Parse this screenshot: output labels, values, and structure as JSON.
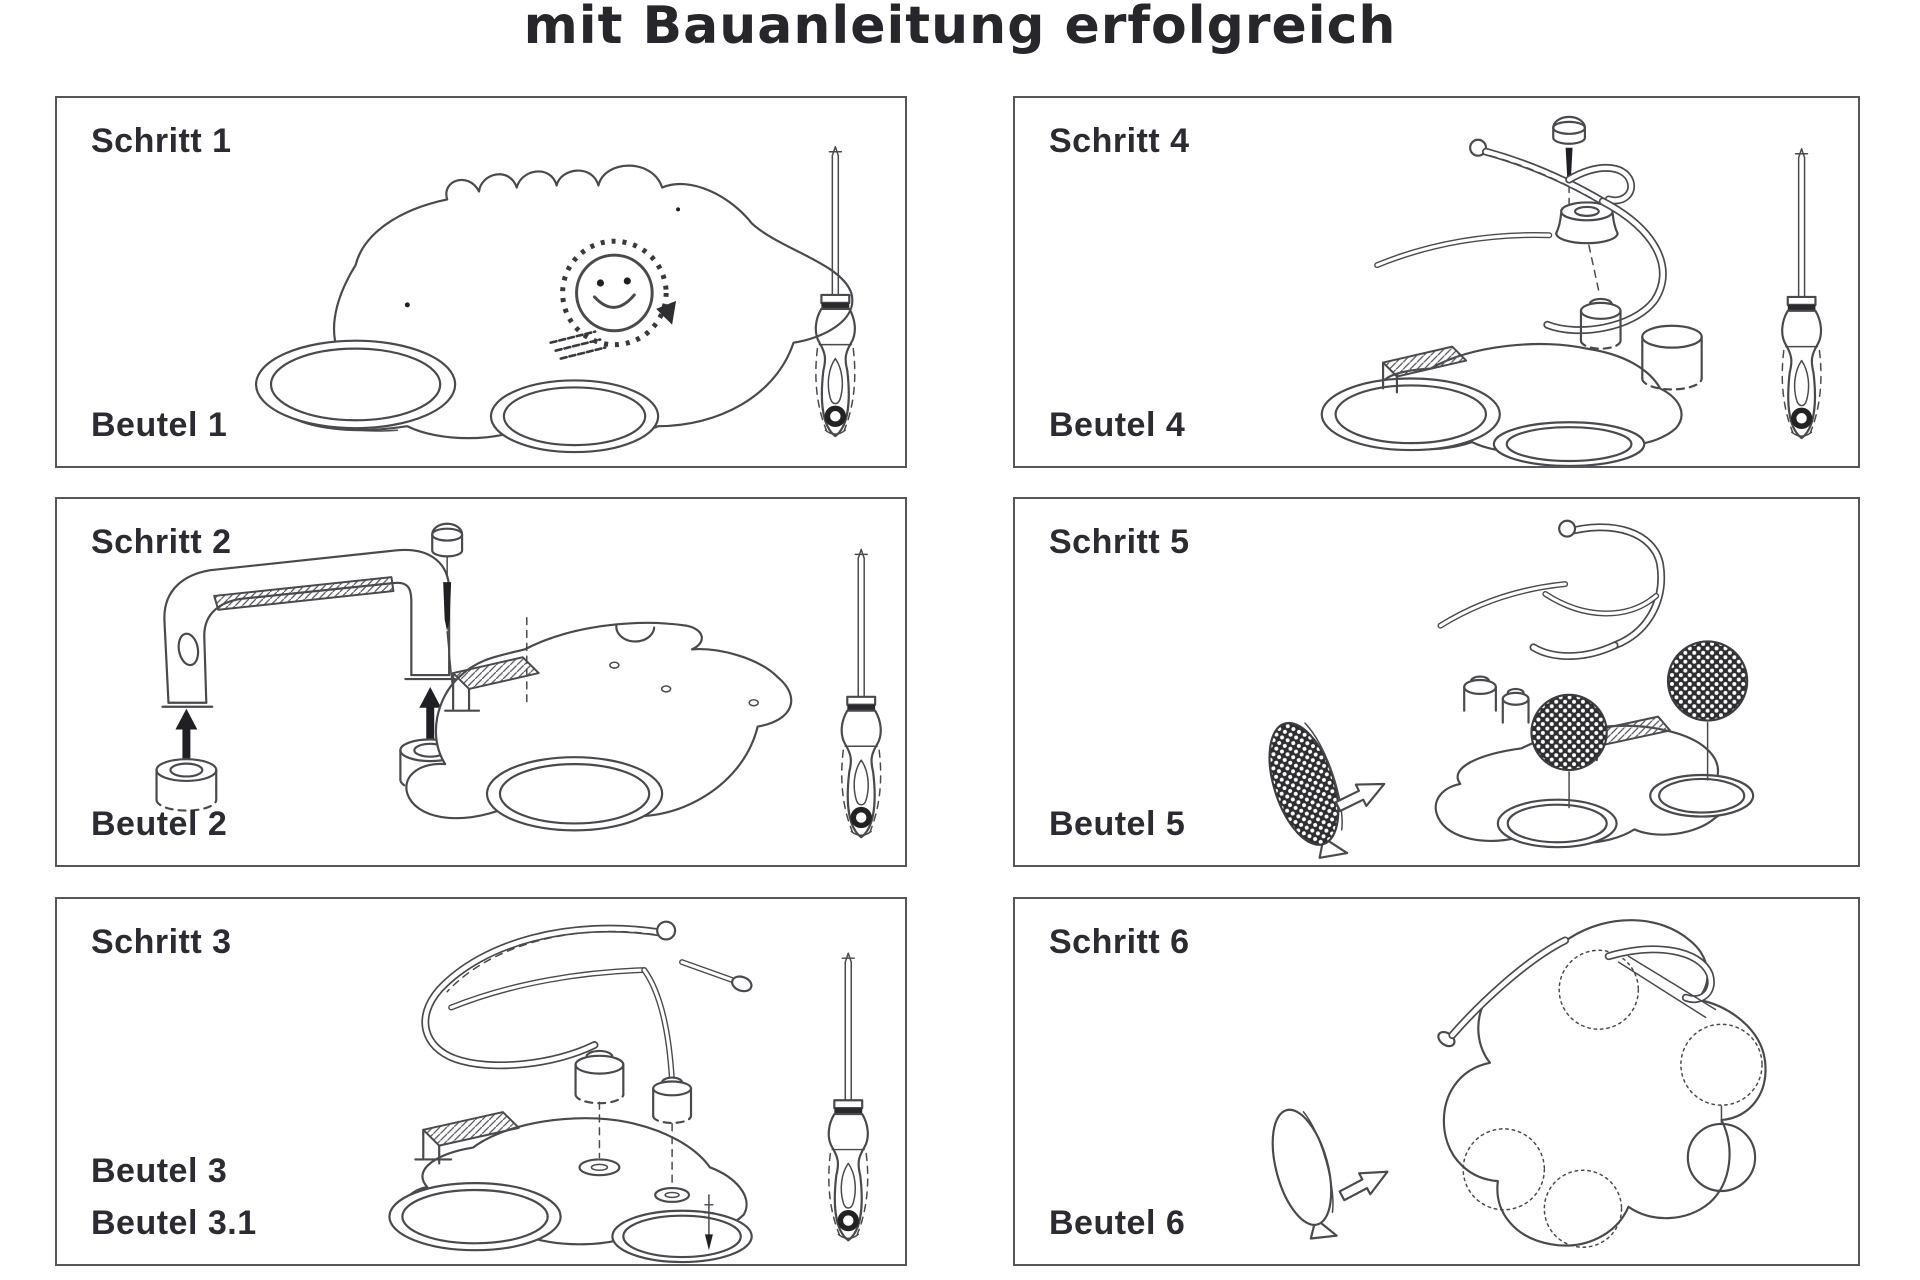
{
  "title": "mit Bauanleitung erfolgreich",
  "colors": {
    "ink": "#4a4a4e",
    "label": "#2b2b31",
    "panel_border": "#55555a",
    "background": "#ffffff",
    "black_fill": "#202024"
  },
  "panels": [
    {
      "step_label": "Schritt 1",
      "bag_lines": [
        "Beutel 1"
      ],
      "figures": [
        "foot-board",
        "smiley-logo",
        "screwdriver-icon"
      ]
    },
    {
      "step_label": "Schritt 2",
      "bag_lines": [
        "Beutel 2"
      ],
      "figures": [
        "handle",
        "spacer-feet",
        "up-arrows",
        "cap-screw",
        "foot-board-rear",
        "screwdriver-icon"
      ]
    },
    {
      "step_label": "Schritt 3",
      "bag_lines": [
        "Beutel 3",
        "Beutel 3.1"
      ],
      "figures": [
        "wire-frame",
        "board-with-handle",
        "posts",
        "screw",
        "screwdriver-icon"
      ]
    },
    {
      "step_label": "Schritt 4",
      "bag_lines": [
        "Beutel 4"
      ],
      "figures": [
        "cap-screw",
        "grommet",
        "frame-assembly",
        "screwdriver-icon"
      ]
    },
    {
      "step_label": "Schritt 5",
      "bag_lines": [
        "Beutel 5"
      ],
      "figures": [
        "perforated-pad",
        "direction-arrow",
        "assembly-with-pads"
      ]
    },
    {
      "step_label": "Schritt 6",
      "bag_lines": [
        "Beutel 6"
      ],
      "figures": [
        "oval-pad",
        "direction-arrow",
        "board-underside"
      ]
    }
  ]
}
